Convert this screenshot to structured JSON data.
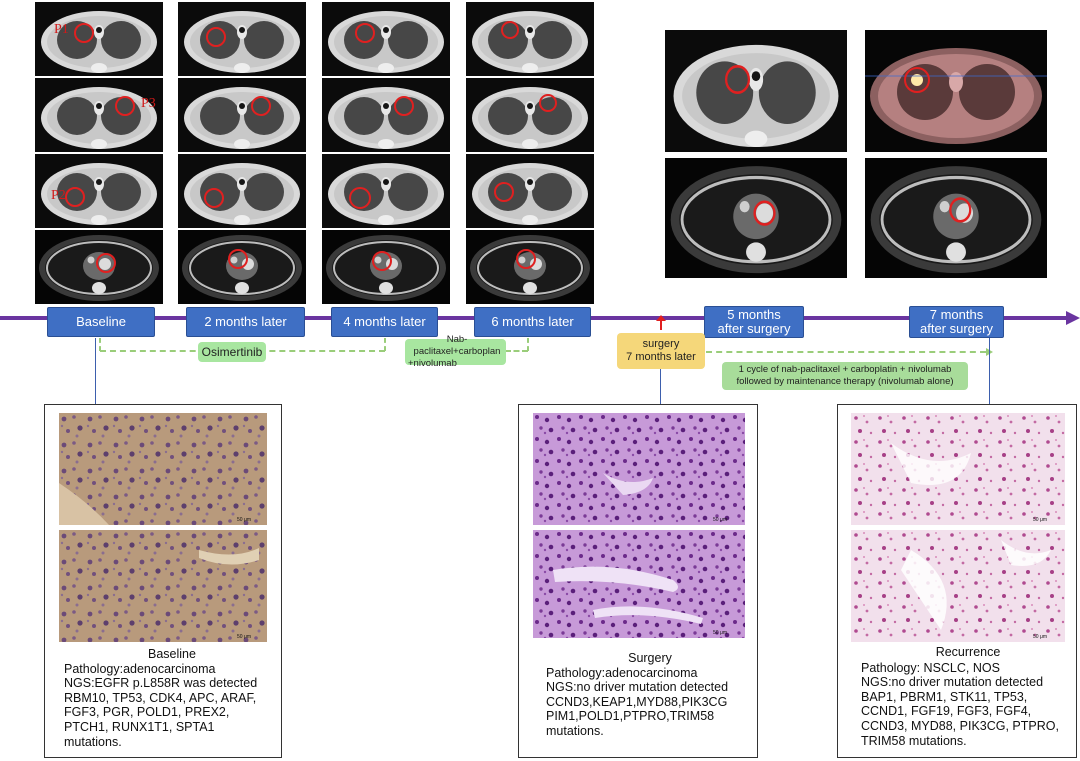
{
  "scan_labels": {
    "p1": "P1",
    "p2": "P2",
    "p3": "P3"
  },
  "timeline": {
    "baseline": "Baseline",
    "m2": "2 months later",
    "m4": "4 months later",
    "m6": "6 months later",
    "after5_line1": "5 months",
    "after5_line2": "after surgery",
    "after7_line1": "7 months",
    "after7_line2": "after surgery"
  },
  "treatments": {
    "osimertinib": "Osimertinib",
    "nab_line1": "Nab-paclitaxel+carboplan",
    "nab_line2": "+nivolumab",
    "surgery_line1": "surgery",
    "surgery_line2": "7 months later",
    "post_line1": "1 cycle of nab-paclitaxel + carboplatin + nivolumab",
    "post_line2": "followed by maintenance therapy (nivolumab alone)"
  },
  "scale_bar": "50 μm",
  "panels": {
    "baseline": {
      "title": "Baseline",
      "lines": [
        "Pathology:adenocarcinoma",
        "NGS:EGFR p.L858R was detected",
        "RBM10, TP53, CDK4, APC, ARAF,",
        "FGF3, PGR, POLD1, PREX2,",
        "PTCH1, RUNX1T1, SPTA1",
        "mutations."
      ]
    },
    "surgery": {
      "title": "Surgery",
      "lines": [
        "Pathology:adenocarcinoma",
        "NGS:no driver mutation detected",
        "CCND3,KEAP1,MYD88,PIK3CG",
        "PIM1,POLD1,PTPRO,TRIM58",
        "mutations."
      ]
    },
    "recurrence": {
      "title": "Recurrence",
      "lines": [
        "Pathology: NSCLC, NOS",
        "NGS:no driver mutation detected",
        "BAP1, PBRM1, STK11, TP53,",
        "CCND1, FGF19, FGF3, FGF4,",
        "CCND3, MYD88, PIK3CG, PTPRO,",
        "TRIM58 mutations."
      ]
    }
  },
  "colors": {
    "timeline_axis": "#6a35a0",
    "timepoint_box": "#3f6fc4",
    "treatment_green": "#a8e6a0",
    "surgery_yellow": "#f5d77a",
    "lesion_circle": "#e02020"
  }
}
